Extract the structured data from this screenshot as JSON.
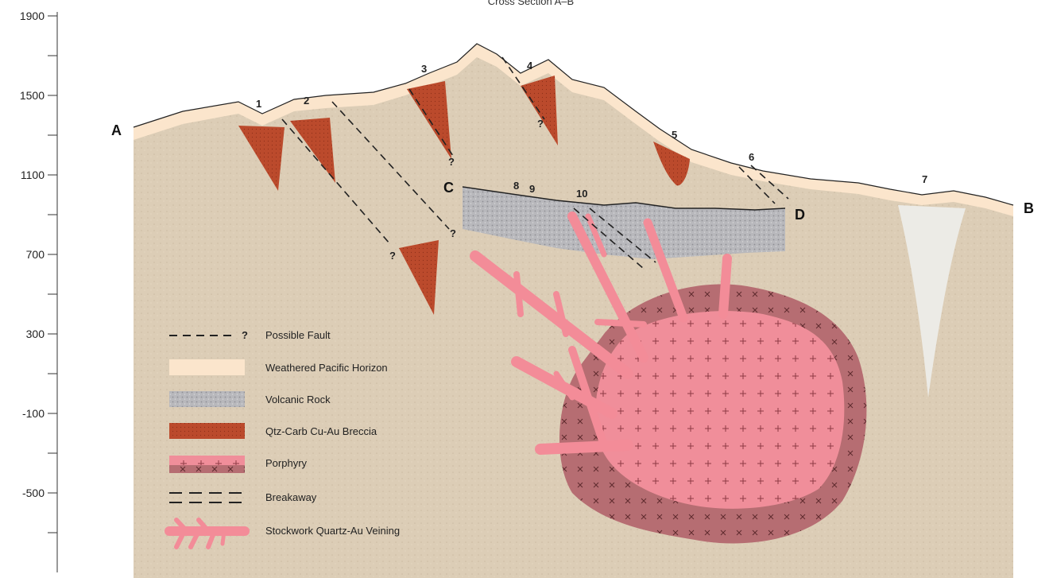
{
  "title": "Cross Section A–B",
  "colors": {
    "ground": "#dccdb6",
    "weathered": "#fbe5cc",
    "volcanic": "#b8b8bc",
    "breccia": "#bb4a2c",
    "porphyry": "#f08e9a",
    "porphyry_rim": "#b66d72",
    "veining": "#f38c98",
    "fault": "#222222",
    "outlier": "#ecebe6"
  },
  "axis": {
    "y_ticks_labeled": [
      "1900",
      "1500",
      "1100",
      "700",
      "300",
      "-100",
      "-500"
    ]
  },
  "section_ends": {
    "A": "A",
    "B": "B",
    "C": "C",
    "D": "D"
  },
  "points": [
    "1",
    "2",
    "3",
    "4",
    "5",
    "6",
    "7",
    "8",
    "9",
    "10"
  ],
  "question_mark": "?",
  "legend": [
    {
      "key": "fault",
      "label": "Possible Fault",
      "symbol_suffix": "?"
    },
    {
      "key": "weathered",
      "label": "Weathered Pacific Horizon"
    },
    {
      "key": "volcanic",
      "label": "Volcanic Rock"
    },
    {
      "key": "breccia",
      "label": "Qtz-Carb Cu-Au Breccia"
    },
    {
      "key": "porphyry",
      "label": "Porphyry"
    },
    {
      "key": "breakaway",
      "label": "Breakaway"
    },
    {
      "key": "veining",
      "label": "Stockwork Quartz-Au Veining"
    }
  ]
}
